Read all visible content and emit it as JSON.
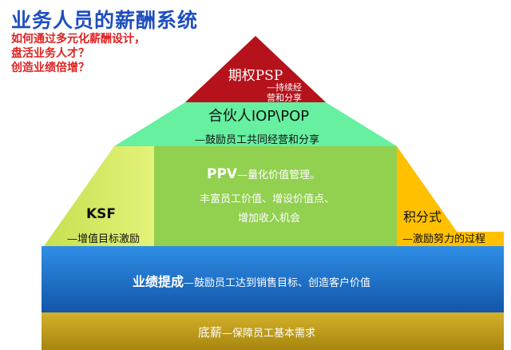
{
  "title": "业务人员的薪酬系统",
  "subtitle_lines": [
    "如何通过多元化薪酬设计，",
    "盘活业务人才？",
    "创造业绩倍增？"
  ],
  "tiers": {
    "psp": {
      "name": "期权PSP",
      "desc_line1": "—持续经",
      "desc_line2": "营和分享",
      "color": "#b5121b"
    },
    "iop": {
      "name": "合伙人IOP\\POP",
      "desc": "—鼓励员工共同经营和分享",
      "color": "#66f0a0"
    },
    "ppv": {
      "name": "PPV",
      "desc": "—量化价值管理。",
      "line2": "丰富员工价值、增设价值点、",
      "line3": "增加收入机会",
      "color": "#92d050"
    },
    "ksf": {
      "name": "KSF",
      "desc": "—增值目标激励",
      "color": "#d4ec4c"
    },
    "points": {
      "name": "积分式",
      "desc": "—激励努力的过程",
      "color": "#ffc000"
    },
    "performance": {
      "name": "业绩提成",
      "desc": "—鼓励员工达到销售目标、创造客户价值",
      "color": "#1e72c6"
    },
    "base": {
      "name": "底薪",
      "desc": "—保障员工基本需求",
      "color": "#c2a01e"
    }
  }
}
